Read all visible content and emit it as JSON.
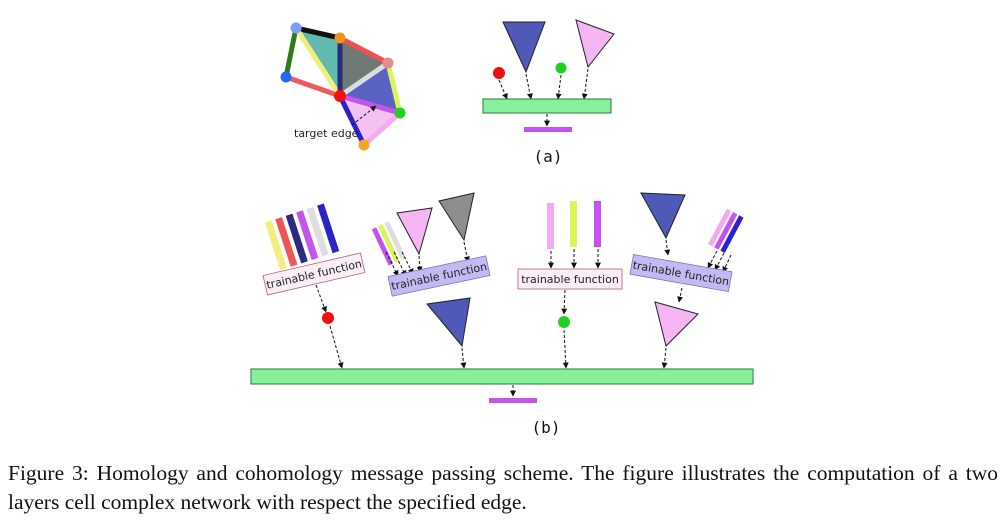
{
  "panel_a": {
    "annotation": "target edge",
    "label": "(a)"
  },
  "panel_b": {
    "label": "(b)",
    "function_labels": [
      "trainable function",
      "trainable function",
      "trainable function",
      "trainable function"
    ]
  },
  "caption": {
    "text": "Figure 3: Homology and cohomology message passing scheme. The figure illustrates the computation of a two layers cell complex network with respect the specified edge."
  },
  "colors": {
    "green": "#86f09a",
    "magenta": "#c553ee",
    "red": "#f01010",
    "blue_triangle": "#5059b8",
    "pink_triangle": "#f3b6f3",
    "gray_triangle": "#8d8d8d",
    "box_pink": "#fbeff7",
    "box_lilac": "#c4baf3"
  }
}
